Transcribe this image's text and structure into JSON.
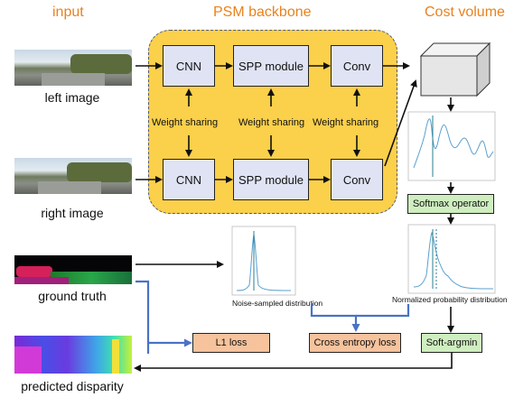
{
  "headers": {
    "input": "input",
    "backbone": "PSM backbone",
    "cost_volume": "Cost volume"
  },
  "captions": {
    "left_image": "left image",
    "right_image": "right image",
    "ground_truth": "ground truth",
    "predicted_disparity": "predicted disparity"
  },
  "backbone": {
    "top_row": [
      "CNN",
      "SPP module",
      "Conv"
    ],
    "bottom_row": [
      "CNN",
      "SPP module",
      "Conv"
    ],
    "weight_sharing": "Weight sharing"
  },
  "operators": {
    "softmax": "Softmax operator",
    "soft_argmin": "Soft-argmin"
  },
  "losses": {
    "l1": "L1 loss",
    "cross_entropy": "Cross entropy loss"
  },
  "plot_captions": {
    "noise_sampled": "Noise-sampled distribution",
    "normalized_probability": "Normalized probability distribution"
  },
  "colors": {
    "header_orange": "#e8821e",
    "backbone_fill": "#fbd04a",
    "module_fill": "#dfe3f3",
    "operator_green": "#cfeec0",
    "loss_orange": "#f6c39d",
    "arrow_blue": "#4a72c6",
    "curve_blue": "#5aa0cf"
  }
}
